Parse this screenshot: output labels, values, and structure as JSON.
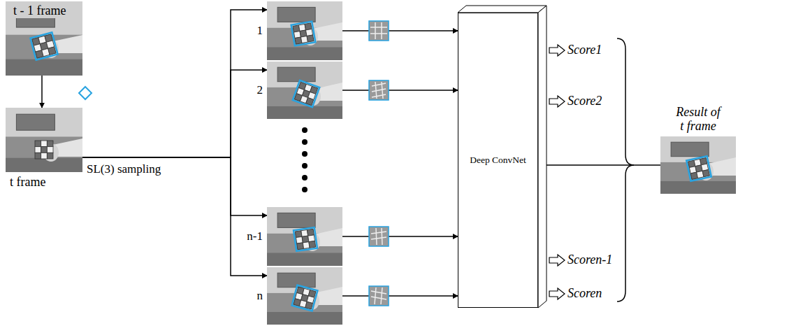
{
  "diagram": {
    "nodes": [
      {
        "text": [
          "t - 1 frame"
        ]
      },
      {
        "text": [
          "t frame"
        ]
      },
      {
        "text": [
          "1"
        ]
      },
      {
        "text": [
          "2"
        ]
      },
      {
        "text": [
          "n-1"
        ]
      },
      {
        "text": [
          "n"
        ]
      },
      {
        "text": [
          "Deep ConvNet"
        ]
      },
      {
        "text": [
          "Result of t frame"
        ]
      }
    ],
    "edges": [
      {
        "from": 0,
        "to": 1,
        "arrow": "to"
      },
      {
        "from": 1,
        "to": 2,
        "arrow": "to"
      },
      {
        "from": 1,
        "to": 3,
        "arrow": "to"
      },
      {
        "from": 1,
        "to": 4,
        "arrow": "to"
      },
      {
        "from": 1,
        "to": 5,
        "arrow": "to"
      },
      {
        "from": 2,
        "to": 6,
        "arrow": "to"
      },
      {
        "from": 3,
        "to": 6,
        "arrow": "to"
      },
      {
        "from": 4,
        "to": 6,
        "arrow": "to"
      },
      {
        "from": 5,
        "to": 6,
        "arrow": "to"
      },
      {
        "from": 6,
        "to": 7,
        "arrow": "none"
      }
    ],
    "labels": [
      "SL(3) sampling",
      "Score1",
      "Score2",
      "Scoren-1",
      "Scoren"
    ]
  }
}
